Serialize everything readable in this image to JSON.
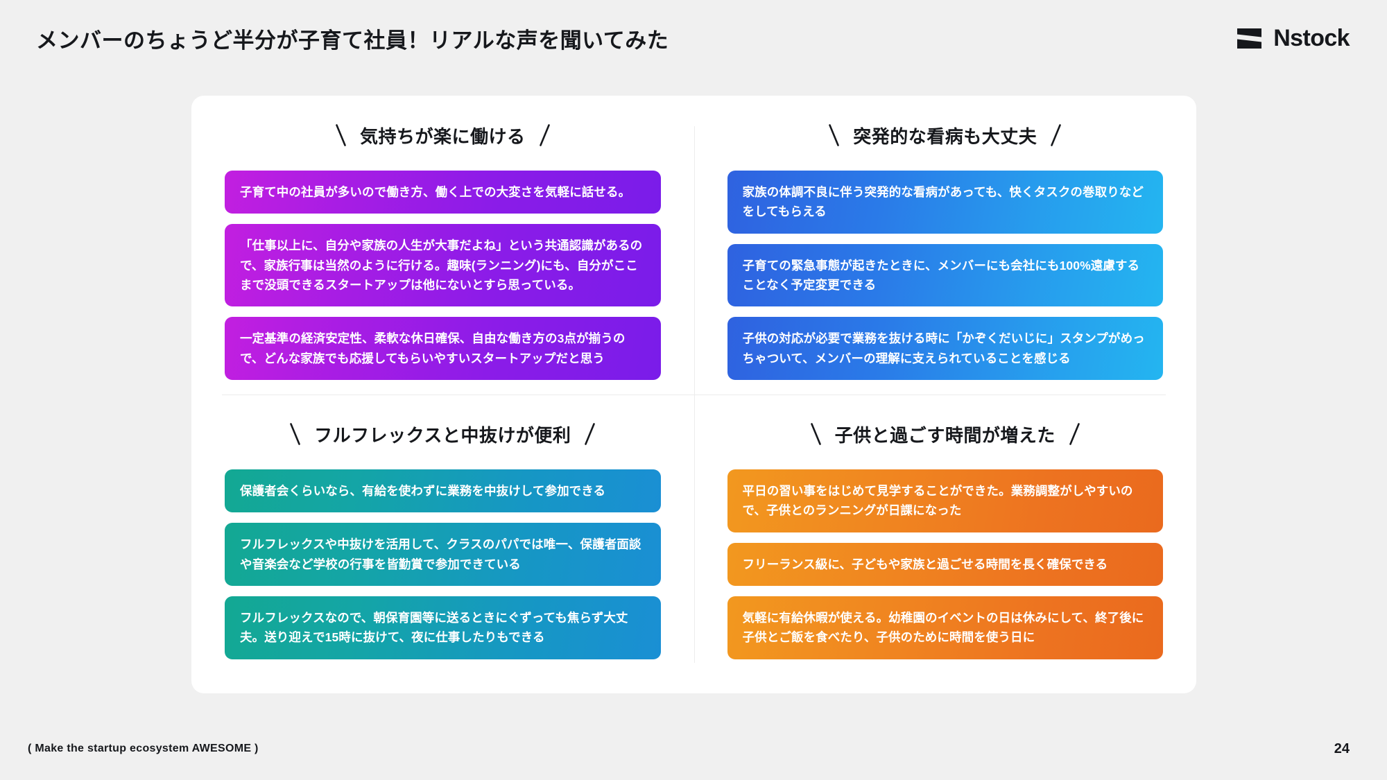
{
  "header": {
    "title": "メンバーのちょうど半分が子育て社員！リアルな声を聞いてみた",
    "brand_name": "Nstock",
    "brand_mark_icon": "nstock-logo-icon"
  },
  "colors": {
    "background": "#f0f0f0",
    "panel": "#ffffff",
    "text": "#16181c",
    "divider": "#ececec",
    "purple_from": "#c21fe0",
    "purple_to": "#7a1ce9",
    "blue_from": "#2f62e0",
    "blue_to": "#24b5f0",
    "teal_from": "#13a893",
    "teal_to": "#1a8fd4",
    "orange_from": "#f2981f",
    "orange_to": "#ea6a1e"
  },
  "decor": {
    "left_slash_icon": "backslash-decoration-icon",
    "right_slash_icon": "forwardslash-decoration-icon"
  },
  "quadrants": [
    {
      "heading": "気持ちが楽に働ける",
      "theme": "purple",
      "comments": [
        "子育て中の社員が多いので働き方、働く上での大変さを気軽に話せる。",
        "「仕事以上に、自分や家族の人生が大事だよね」という共通認識があるので、家族行事は当然のように行ける。趣味(ランニング)にも、自分がここまで没頭できるスタートアップは他にないとすら思っている。",
        "一定基準の経済安定性、柔軟な休日確保、自由な働き方の3点が揃うので、どんな家族でも応援してもらいやすいスタートアップだと思う"
      ]
    },
    {
      "heading": "突発的な看病も大丈夫",
      "theme": "blue",
      "comments": [
        "家族の体調不良に伴う突発的な看病があっても、快くタスクの巻取りなどをしてもらえる",
        "子育ての緊急事態が起きたときに、メンバーにも会社にも100%遠慮することなく予定変更できる",
        "子供の対応が必要で業務を抜ける時に「かぞくだいじに」スタンプがめっちゃついて、メンバーの理解に支えられていることを感じる"
      ]
    },
    {
      "heading": "フルフレックスと中抜けが便利",
      "theme": "teal",
      "comments": [
        "保護者会くらいなら、有給を使わずに業務を中抜けして参加できる",
        "フルフレックスや中抜けを活用して、クラスのパパでは唯一、保護者面談や音楽会など学校の行事を皆勤賞で参加できている",
        "フルフレックスなので、朝保育園等に送るときにぐずっても焦らず大丈夫。送り迎えで15時に抜けて、夜に仕事したりもできる"
      ]
    },
    {
      "heading": "子供と過ごす時間が増えた",
      "theme": "orange",
      "comments": [
        "平日の習い事をはじめて見学することができた。業務調整がしやすいので、子供とのランニングが日課になった",
        "フリーランス級に、子どもや家族と過ごせる時間を長く確保できる",
        "気軽に有給休暇が使える。幼稚園のイベントの日は休みにして、終了後に子供とご飯を食べたり、子供のために時間を使う日に"
      ]
    }
  ],
  "footer": {
    "tagline": "( Make the startup ecosystem AWESOME )",
    "page_number": "24"
  }
}
